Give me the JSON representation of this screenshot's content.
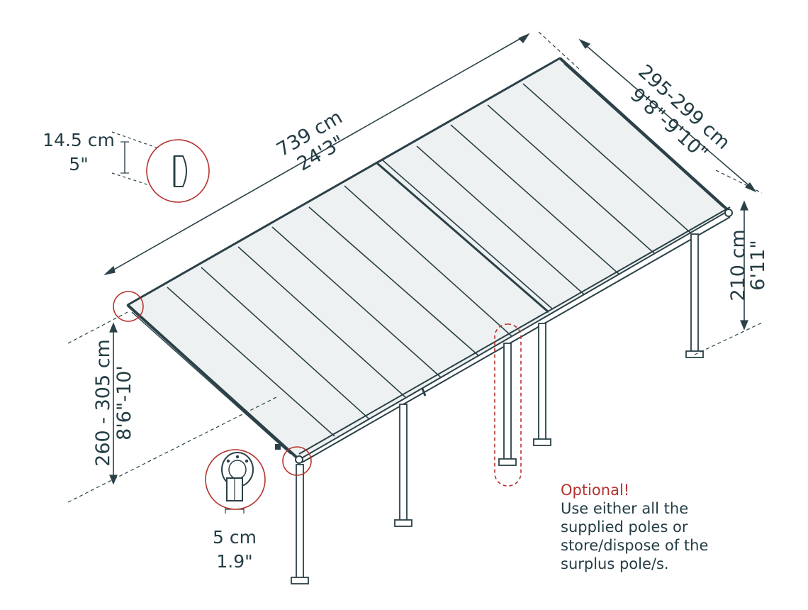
{
  "colors": {
    "line": "#2b4148",
    "roof_fill": "#eef1f1",
    "accent": "#b5322f"
  },
  "dimensions": {
    "length_cm": "739 cm",
    "length_ft": "24'3\"",
    "width_cm": "295-299 cm",
    "width_ft": "9'8\"-9'10\"",
    "front_height_cm": "210 cm",
    "front_height_ft": "6'11\"",
    "wall_height_cm": "260 - 305 cm",
    "wall_height_ft": "8'6\"-10'",
    "gutter_cm": "14.5 cm",
    "gutter_in": "5\"",
    "pole_cm": "5 cm",
    "pole_in": "1.9\""
  },
  "note": {
    "title": "Optional!",
    "lines": [
      "Use either all the",
      "supplied poles or",
      "store/dispose of the",
      "surplus pole/s."
    ]
  },
  "icons": [
    "gutter-profile-icon",
    "pole-profile-icon"
  ]
}
